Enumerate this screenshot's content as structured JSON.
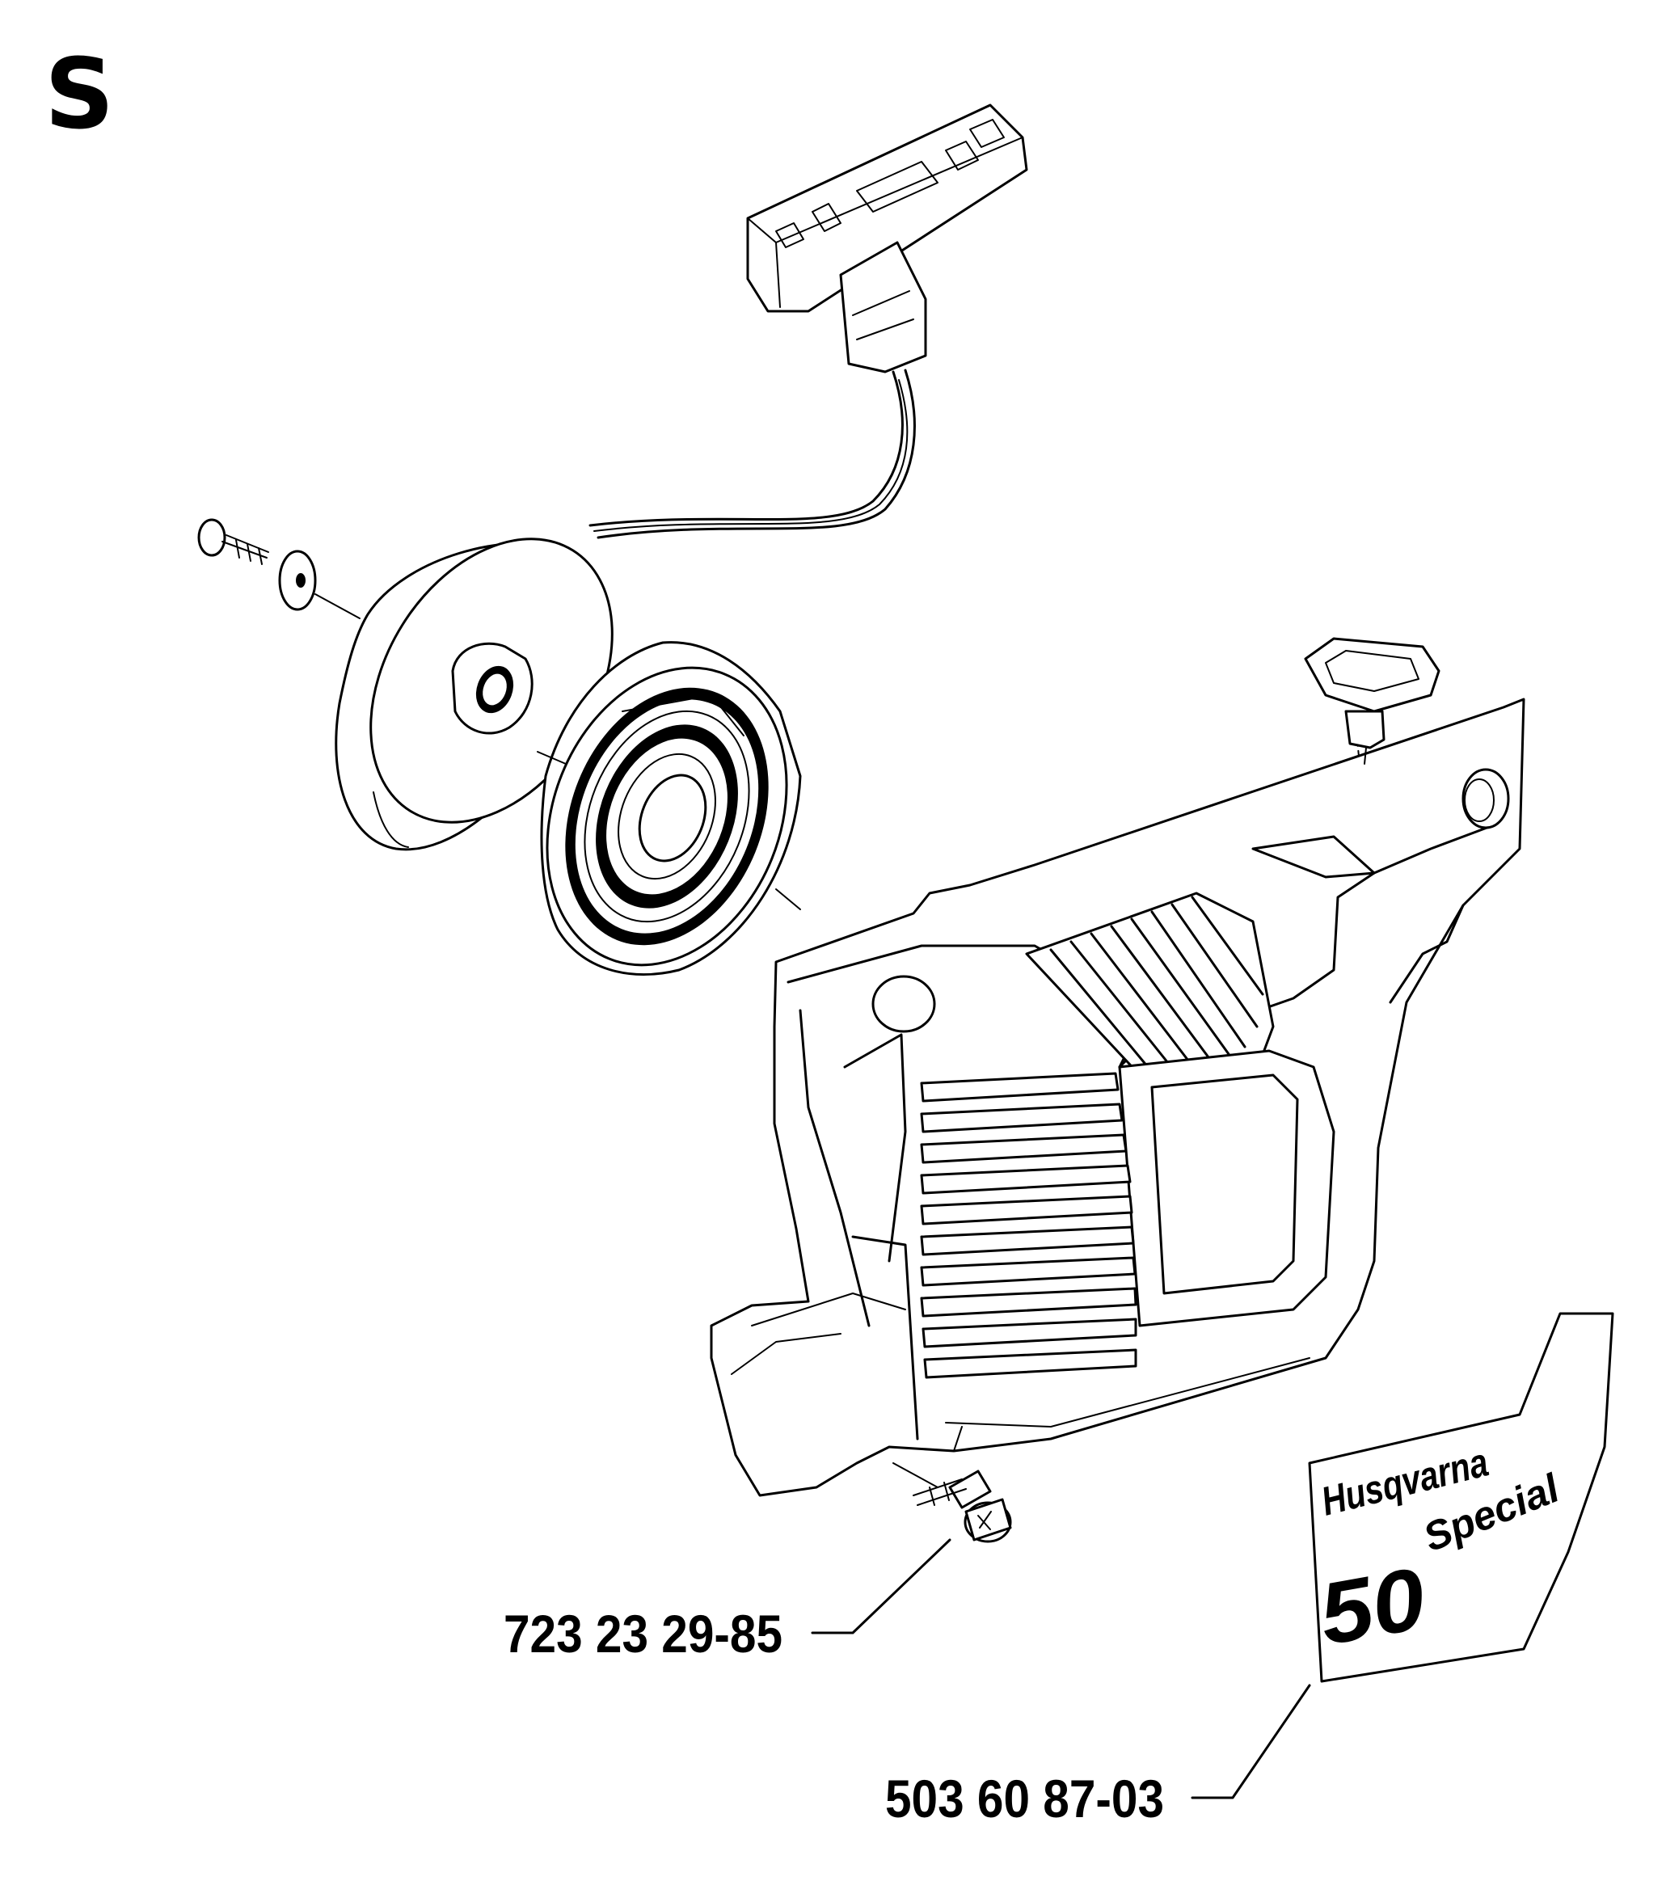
{
  "section_letter": "S",
  "parts": [
    {
      "number": "723 23 29-85",
      "item": "screw"
    },
    {
      "number": "503 60 87-03",
      "item": "decal"
    }
  ],
  "decal_text": {
    "brand": "Husqvarna",
    "edition": "Special",
    "model": "50"
  }
}
